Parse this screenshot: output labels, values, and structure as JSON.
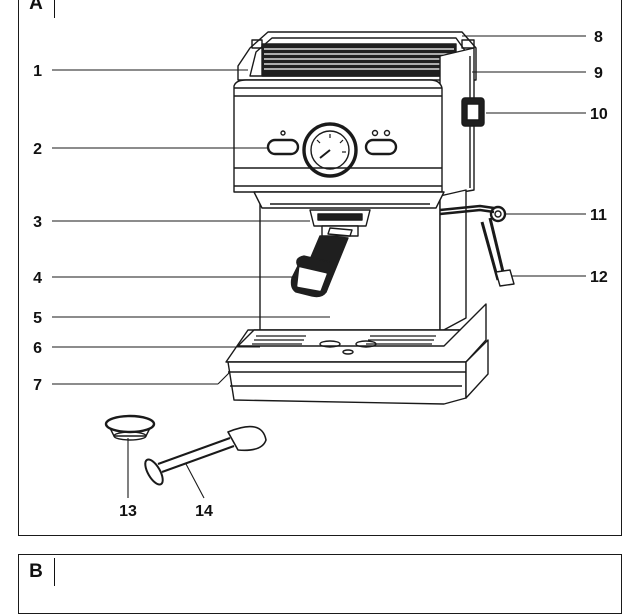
{
  "panels": {
    "a_label": "A",
    "b_label": "B"
  },
  "callouts": {
    "c1": "1",
    "c2": "2",
    "c3": "3",
    "c4": "4",
    "c5": "5",
    "c6": "6",
    "c7": "7",
    "c8": "8",
    "c9": "9",
    "c10": "10",
    "c11": "11",
    "c12": "12",
    "c13": "13",
    "c14": "14"
  }
}
